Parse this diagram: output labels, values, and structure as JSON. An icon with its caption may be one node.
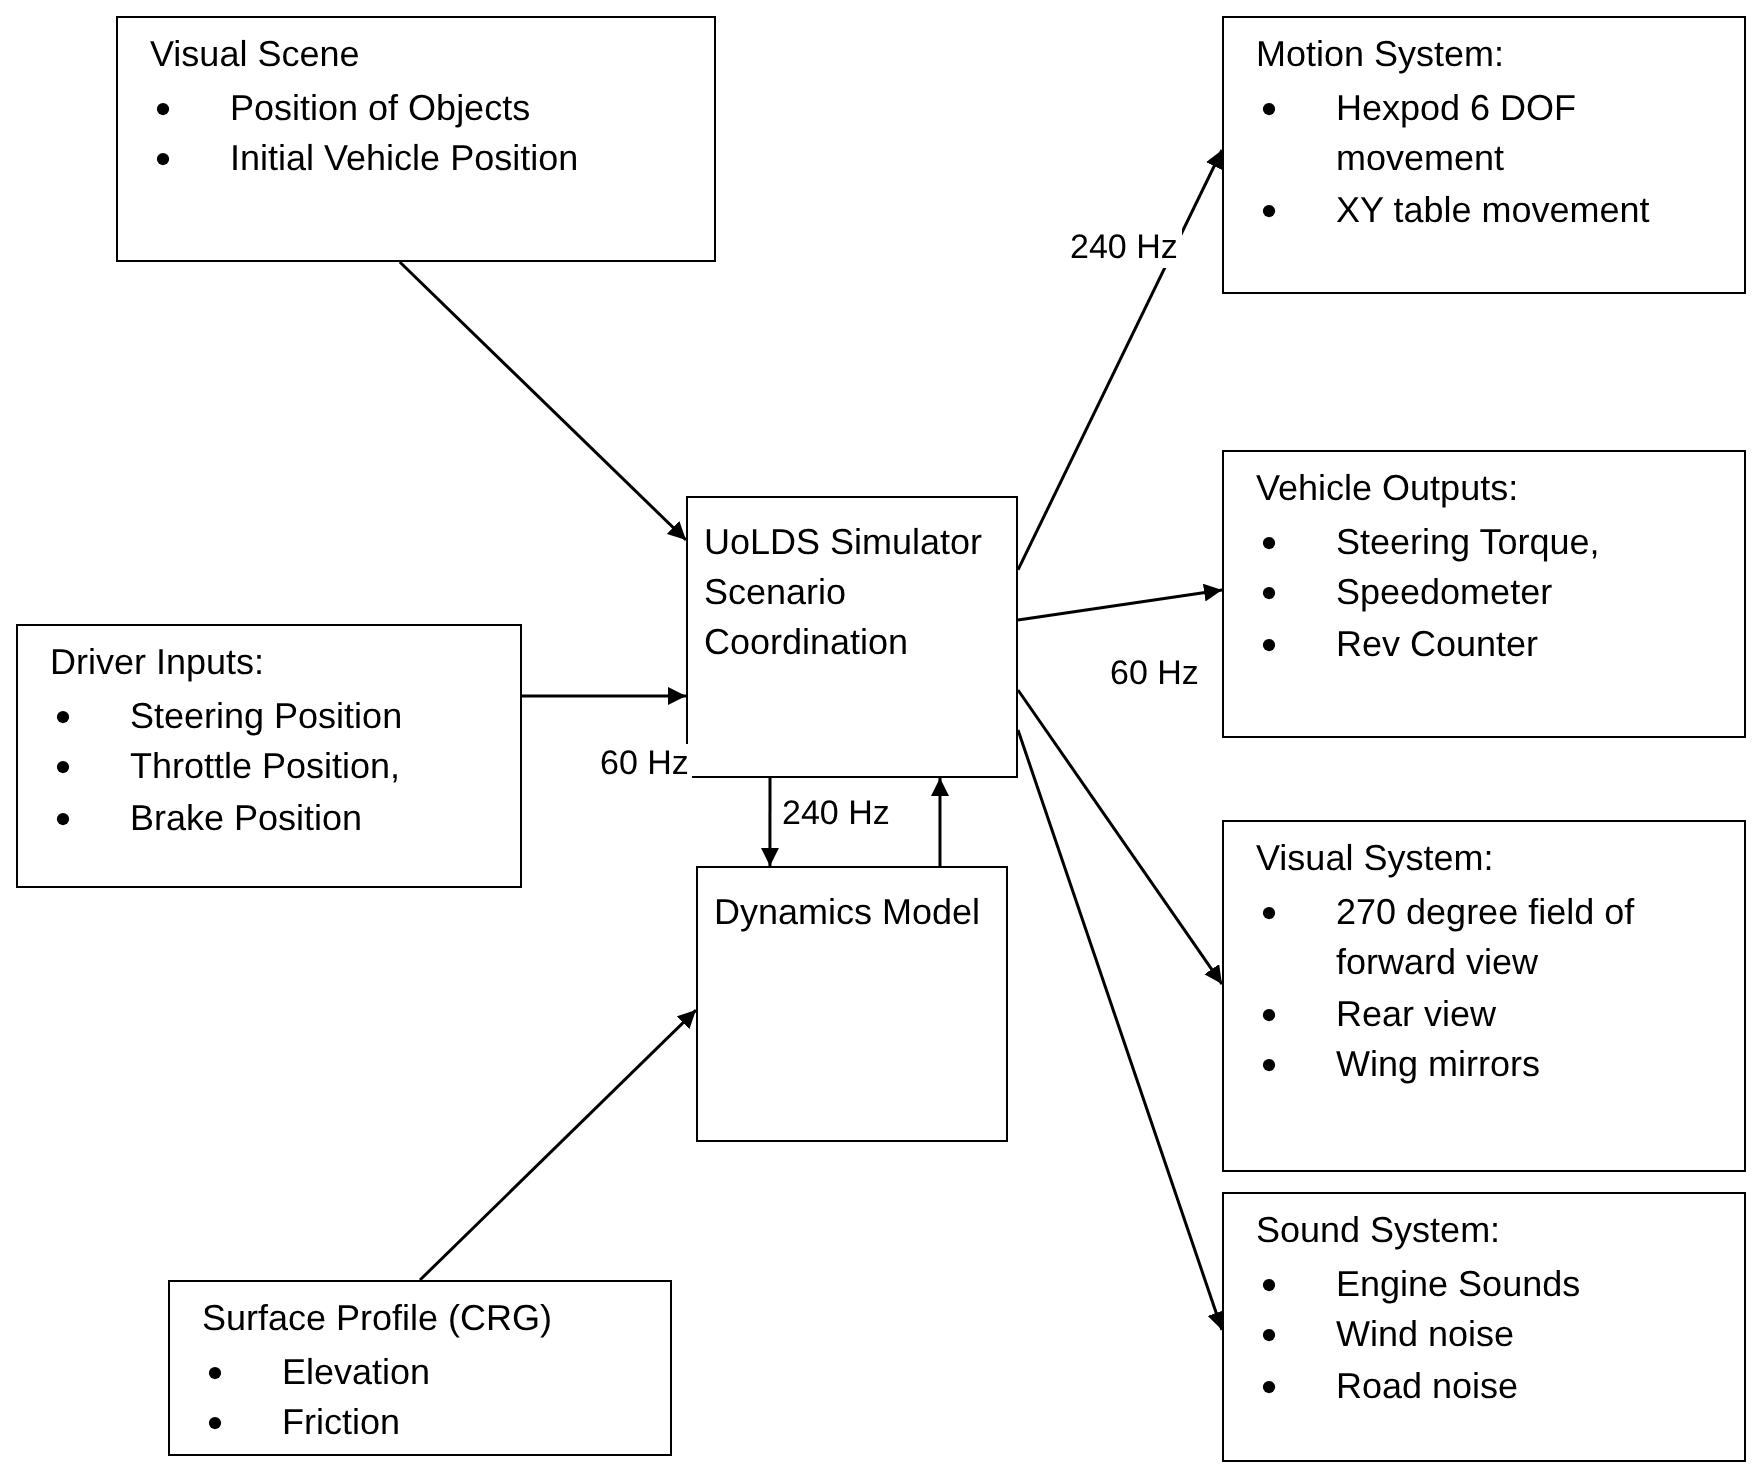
{
  "diagram": {
    "nodes": [
      {
        "text": [
          "Visual Scene",
          "Position of Objects",
          "Initial Vehicle Position"
        ]
      },
      {
        "text": [
          "Driver Inputs:",
          "Steering Position",
          "Throttle Position,",
          "Brake Position"
        ]
      },
      {
        "text": [
          "UoLDS Simulator Scenario Coordination"
        ]
      },
      {
        "text": [
          "Dynamics Model"
        ]
      },
      {
        "text": [
          "Surface Profile (CRG)",
          "Elevation",
          "Friction"
        ]
      },
      {
        "text": [
          "Motion System:",
          "Hexpod 6 DOF movement",
          "XY table movement"
        ]
      },
      {
        "text": [
          "Vehicle Outputs:",
          "Steering Torque,",
          "Speedometer",
          "Rev Counter"
        ]
      },
      {
        "text": [
          "Visual System:",
          "270 degree field of forward view",
          "Rear view",
          "Wing mirrors"
        ]
      },
      {
        "text": [
          "Sound System:",
          "Engine Sounds",
          "Wind noise",
          "Road noise"
        ]
      }
    ],
    "edges": [
      {
        "from": 0,
        "to": 2,
        "arrow": "to"
      },
      {
        "from": 1,
        "to": 2,
        "arrow": "to",
        "label": "60 Hz"
      },
      {
        "from": 2,
        "to": 3,
        "arrow": "to",
        "label": "240 Hz"
      },
      {
        "from": 3,
        "to": 2,
        "arrow": "to"
      },
      {
        "from": 4,
        "to": 3,
        "arrow": "to"
      },
      {
        "from": 2,
        "to": 5,
        "arrow": "to",
        "label": "240 Hz"
      },
      {
        "from": 2,
        "to": 6,
        "arrow": "to",
        "label": "60 Hz"
      },
      {
        "from": 2,
        "to": 7,
        "arrow": "to"
      },
      {
        "from": 2,
        "to": 8,
        "arrow": "to"
      }
    ]
  }
}
